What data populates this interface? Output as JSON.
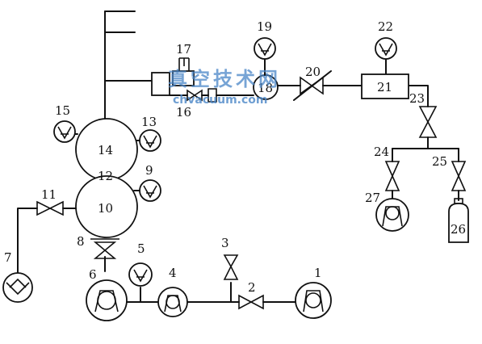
{
  "labels": {
    "n1": "1",
    "n2": "2",
    "n3": "3",
    "n4": "4",
    "n5": "5",
    "n6": "6",
    "n7": "7",
    "n8": "8",
    "n9": "9",
    "n10": "10",
    "n11": "11",
    "n12": "12",
    "n13": "13",
    "n14": "14",
    "n15": "15",
    "n16": "16",
    "n17": "17",
    "n18": "18",
    "n19": "19",
    "n20": "20",
    "n21": "21",
    "n22": "22",
    "n23": "23",
    "n24": "24",
    "n25": "25",
    "n26": "26",
    "n27": "27"
  },
  "watermark": {
    "chinese": "真空技术网",
    "url": "chvacuum.com"
  }
}
